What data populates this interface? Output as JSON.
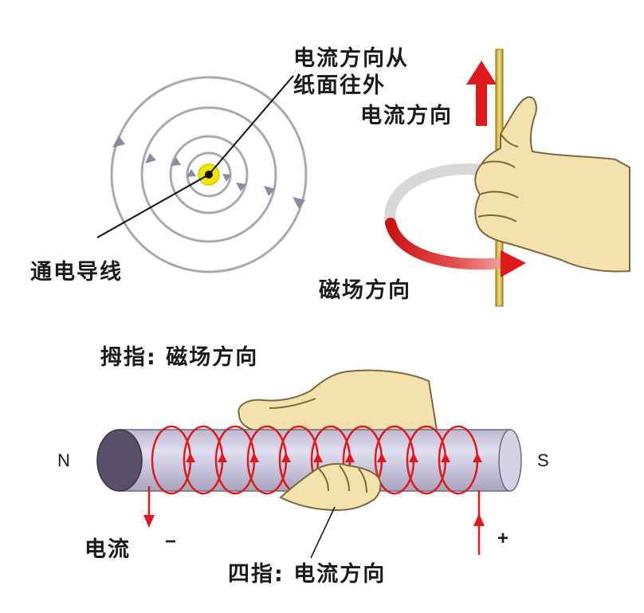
{
  "labels": {
    "current_out_line1": "电流方向从",
    "current_out_line2": "纸面往外",
    "wire": "通电导线",
    "current_direction": "电流方向",
    "field_direction": "磁场方向",
    "thumb_label": "拇指: 磁场方向",
    "fingers_label": "四指: 电流方向",
    "current": "电流",
    "north": "N",
    "south": "S",
    "minus": "−",
    "plus": "+"
  },
  "colors": {
    "field_line": "#a9a9b4",
    "field_arrow": "#8a8aa0",
    "wire_dot": "#f2e600",
    "arrow_red": "#e01a1a",
    "coil_red": "#e01a1a",
    "skin": "#f3e2ad",
    "skin_outline": "#7a6a3a",
    "rod_body": "#cdc8dc",
    "rod_end": "#5a4f68",
    "vertical_wire": "#d8b830"
  },
  "icons": [
    "concentric-field-lines",
    "wire-dot",
    "right-hand-grip",
    "up-arrow-icon",
    "curved-arrow-icon",
    "solenoid",
    "hand-icon"
  ]
}
